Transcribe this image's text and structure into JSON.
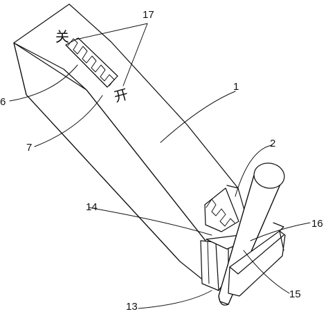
{
  "labels": {
    "l1": "1",
    "l2": "2",
    "l6": "6",
    "l7": "7",
    "l13": "13",
    "l14": "14",
    "l15": "15",
    "l16": "16",
    "l17": "17"
  },
  "markings": {
    "closed": "关",
    "open": "开"
  }
}
